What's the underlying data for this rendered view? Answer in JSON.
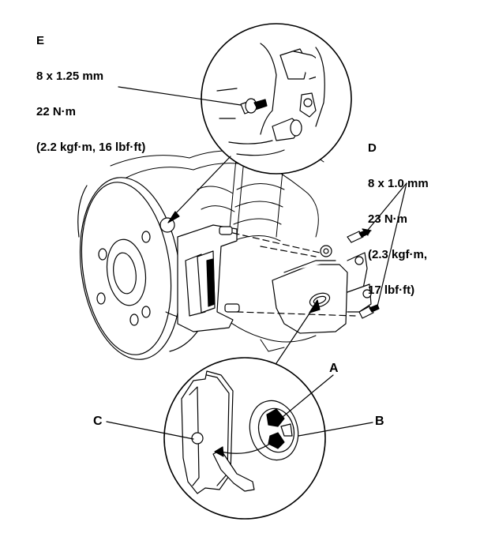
{
  "spec_e": {
    "letter": "E",
    "lines": [
      "8 x 1.25 mm",
      "22 N·m",
      "(2.2 kgf·m, 16 lbf·ft)"
    ]
  },
  "spec_d": {
    "letter": "D",
    "lines": [
      "8 x 1.0 mm",
      "23 N·m",
      "(2.3 kgf·m,",
      "17 lbf·ft)"
    ]
  },
  "labels": {
    "a": "A",
    "b": "B",
    "c": "C"
  }
}
